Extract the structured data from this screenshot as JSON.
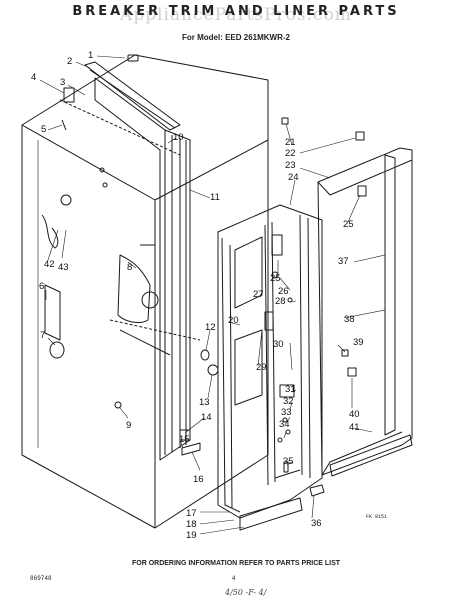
{
  "header": {
    "title": "BREAKER TRIM AND LINER PARTS",
    "watermark": "AppliancePartsPros.com",
    "model": "For Model: EED 261MKWR-2"
  },
  "footer": {
    "ordering_info": "FOR ORDERING INFORMATION REFER TO PARTS PRICE LIST",
    "doc_number": "869748",
    "page_number": "4",
    "handwritten_note": "4/50 -F- 4/",
    "figure_code": "FK 9151"
  },
  "callouts": [
    "1",
    "2",
    "3",
    "4",
    "5",
    "6",
    "7",
    "8",
    "9",
    "10",
    "11",
    "12",
    "13",
    "14",
    "15",
    "16",
    "17",
    "18",
    "19",
    "20",
    "21",
    "22",
    "23",
    "24",
    "25",
    "25",
    "26",
    "27",
    "28",
    "29",
    "30",
    "31",
    "32",
    "33",
    "34",
    "35",
    "36",
    "37",
    "38",
    "39",
    "40",
    "41",
    "42",
    "43"
  ]
}
